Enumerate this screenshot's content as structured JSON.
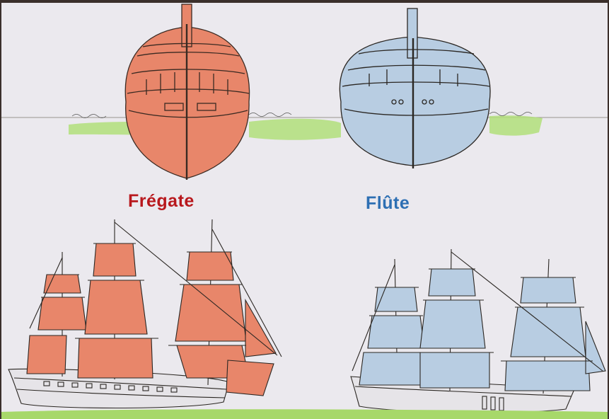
{
  "labels": {
    "fregate": "Frégate",
    "flute": "Flûte"
  },
  "colors": {
    "paper": "#ebe9ee",
    "fregate_fill": "#e8866a",
    "flute_fill": "#b8cde2",
    "fregate_text": "#b8181d",
    "flute_text": "#2d6fb3",
    "sea": "#a7d86a",
    "ink": "#2a2622"
  },
  "illustrations": [
    {
      "name": "fregate-stern-view",
      "ship": "fregate"
    },
    {
      "name": "flute-stern-view",
      "ship": "flute"
    },
    {
      "name": "fregate-side-view",
      "ship": "fregate"
    },
    {
      "name": "flute-side-view",
      "ship": "flute"
    }
  ]
}
